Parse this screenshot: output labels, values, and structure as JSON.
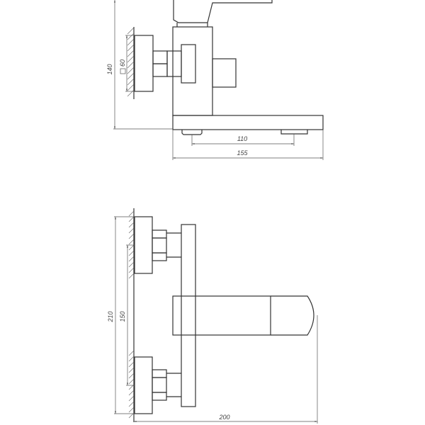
{
  "drawing": {
    "top_view": {
      "dim_height": "140",
      "dim_square": "60",
      "dim_inner": "110",
      "dim_width": "155"
    },
    "side_view": {
      "dim_height": "210",
      "dim_inner": "150",
      "dim_depth": "200"
    },
    "line_color": "#333333"
  }
}
